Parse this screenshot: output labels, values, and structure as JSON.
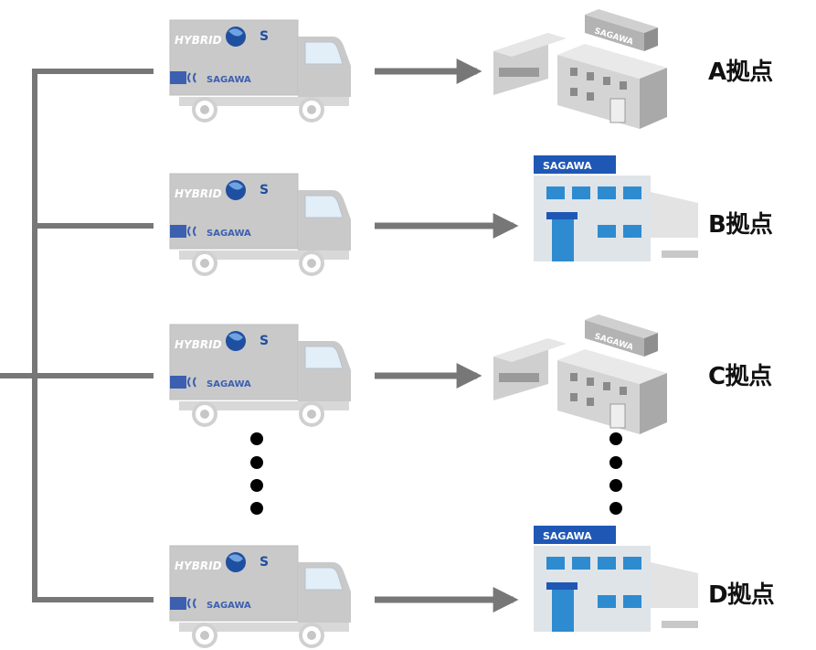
{
  "truck": {
    "hybrid_text": "HYBRID",
    "s_text": "S",
    "sagawa_text": "SAGAWA"
  },
  "building_sign": "SAGAWA",
  "destinations": [
    {
      "label": "A拠点",
      "building": "gray-office"
    },
    {
      "label": "B拠点",
      "building": "blue-office"
    },
    {
      "label": "C拠点",
      "building": "gray-office"
    },
    {
      "label": "D拠点",
      "building": "blue-office"
    }
  ],
  "colors": {
    "line": "#777777",
    "truck_body": "#c9c9c9",
    "truck_stripe": "#3c5fb0",
    "building_blue": "#2e8bd0",
    "sign_blue": "#1f57b5"
  }
}
